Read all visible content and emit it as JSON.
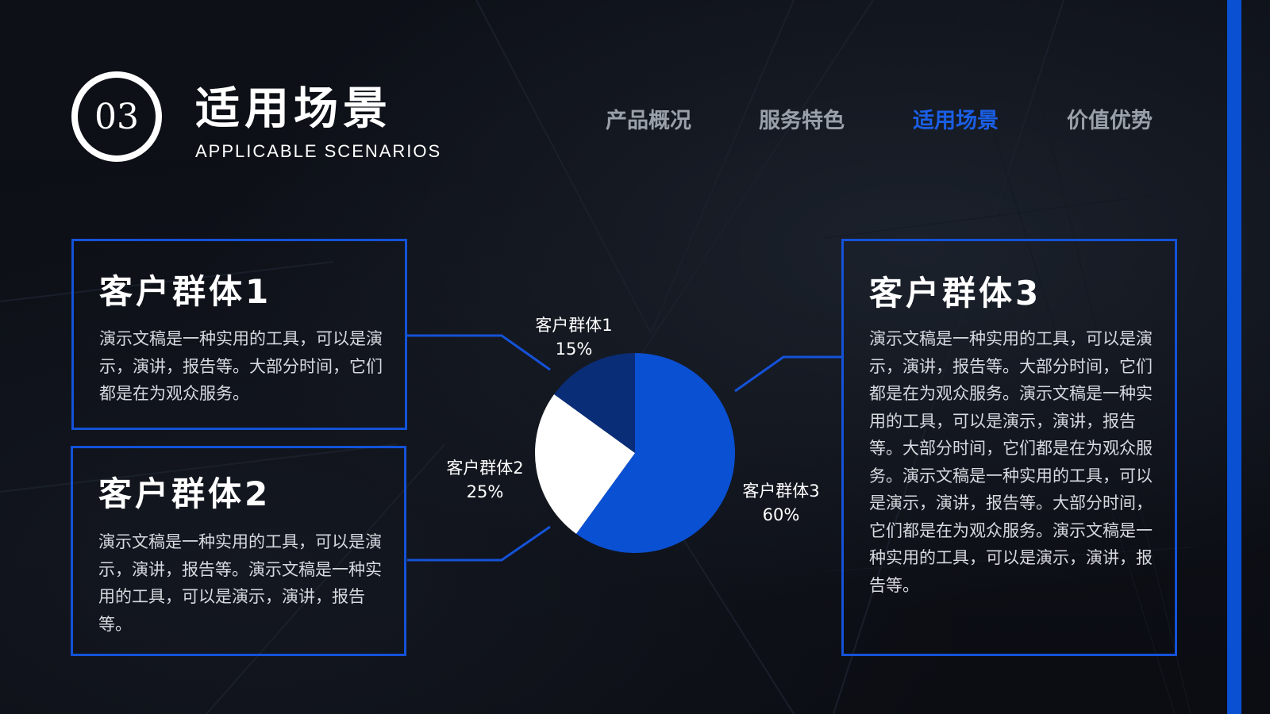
{
  "header": {
    "number": "03",
    "title": "适用场景",
    "subtitle": "APPLICABLE SCENARIOS"
  },
  "nav": [
    {
      "label": "产品概况",
      "active": false
    },
    {
      "label": "服务特色",
      "active": false
    },
    {
      "label": "适用场景",
      "active": true
    },
    {
      "label": "价值优势",
      "active": false
    }
  ],
  "cards": [
    {
      "title": "客户群体1",
      "text": "演示文稿是一种实用的工具，可以是演示，演讲，报告等。大部分时间，它们都是在为观众服务。"
    },
    {
      "title": "客户群体2",
      "text": "演示文稿是一种实用的工具，可以是演示，演讲，报告等。演示文稿是一种实用的工具，可以是演示，演讲，报告等。"
    },
    {
      "title": "客户群体3",
      "text": "演示文稿是一种实用的工具，可以是演示，演讲，报告等。大部分时间，它们都是在为观众服务。演示文稿是一种实用的工具，可以是演示，演讲，报告等。大部分时间，它们都是在为观众服务。演示文稿是一种实用的工具，可以是演示，演讲，报告等。大部分时间，它们都是在为观众服务。演示文稿是一种实用的工具，可以是演示，演讲，报告等。"
    }
  ],
  "colors": {
    "accent": "#0a50d2",
    "dark_blue": "#0a2d78",
    "white": "#ffffff",
    "inactive_nav": "#9aa0aa"
  },
  "chart_data": {
    "type": "pie",
    "categories": [
      "客户群体1",
      "客户群体2",
      "客户群体3"
    ],
    "values": [
      15,
      25,
      60
    ],
    "value_labels": [
      "15%",
      "25%",
      "60%"
    ],
    "colors": [
      "#0a2d78",
      "#ffffff",
      "#0a50d2"
    ]
  }
}
